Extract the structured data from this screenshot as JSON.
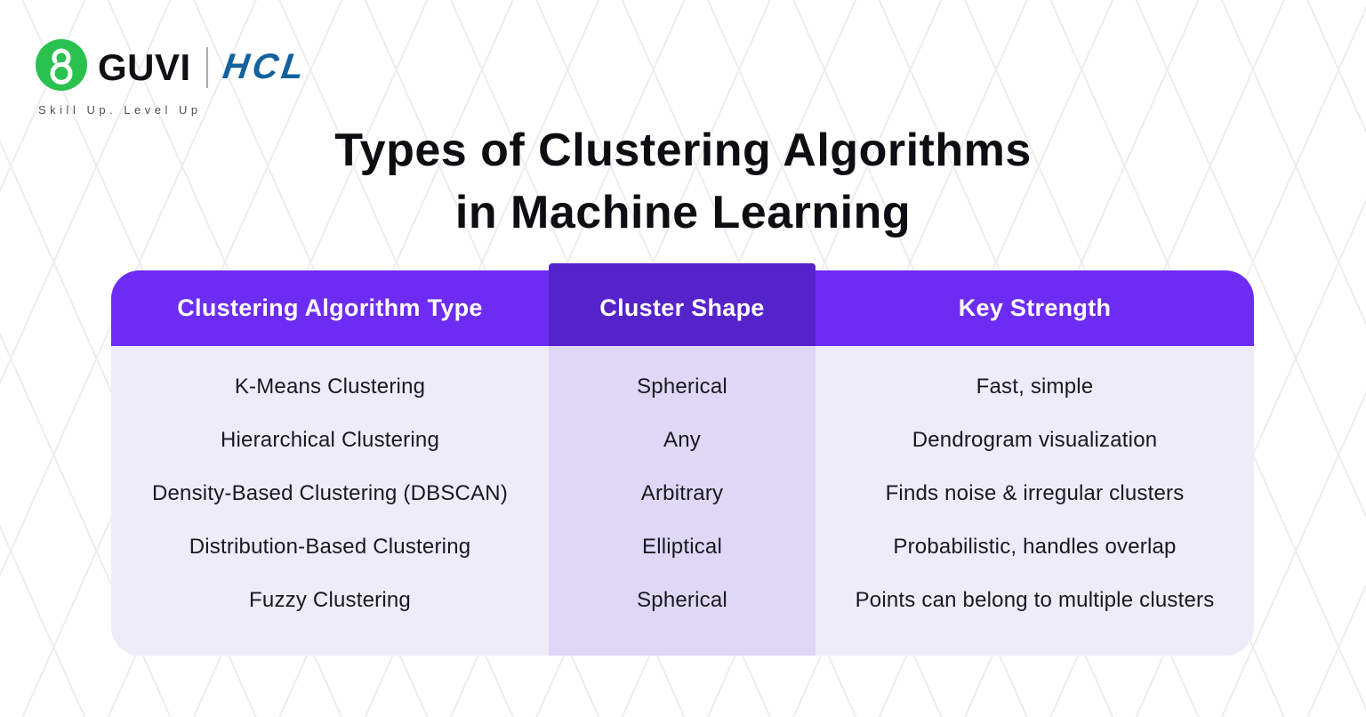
{
  "brand": {
    "guvi_label": "GUVI",
    "hcl_label": "HCL",
    "tagline": "Skill Up. Level Up",
    "guvi_green": "#29c24e",
    "hcl_blue": "#13619f"
  },
  "title": {
    "line1": "Types of Clustering Algorithms",
    "line2": "in Machine Learning"
  },
  "table": {
    "headers": {
      "algorithm": "Clustering Algorithm Type",
      "shape": "Cluster Shape",
      "strength": "Key Strength"
    },
    "rows": [
      {
        "algorithm": "K-Means Clustering",
        "shape": "Spherical",
        "strength": "Fast, simple"
      },
      {
        "algorithm": "Hierarchical Clustering",
        "shape": "Any",
        "strength": "Dendrogram visualization"
      },
      {
        "algorithm": "Density-Based Clustering (DBSCAN)",
        "shape": "Arbitrary",
        "strength": "Finds noise & irregular clusters"
      },
      {
        "algorithm": "Distribution-Based Clustering",
        "shape": "Elliptical",
        "strength": "Probabilistic, handles overlap"
      },
      {
        "algorithm": "Fuzzy Clustering",
        "shape": "Spherical",
        "strength": "Points can belong to multiple clusters"
      }
    ],
    "colors": {
      "header_purple": "#6d2cf3",
      "header_middle_purple": "#5423ca",
      "body_lavender": "#efecfa",
      "body_middle_lavender": "#ded7f6"
    }
  },
  "chart_data": {
    "type": "table",
    "title": "Types of Clustering Algorithms in Machine Learning",
    "columns": [
      "Clustering Algorithm Type",
      "Cluster Shape",
      "Key Strength"
    ],
    "rows": [
      [
        "K-Means Clustering",
        "Spherical",
        "Fast, simple"
      ],
      [
        "Hierarchical Clustering",
        "Any",
        "Dendrogram visualization"
      ],
      [
        "Density-Based Clustering (DBSCAN)",
        "Arbitrary",
        "Finds noise & irregular clusters"
      ],
      [
        "Distribution-Based Clustering",
        "Elliptical",
        "Probabilistic, handles overlap"
      ],
      [
        "Fuzzy Clustering",
        "Spherical",
        "Points can belong to multiple clusters"
      ]
    ],
    "legend_position": "none",
    "grid": false
  }
}
